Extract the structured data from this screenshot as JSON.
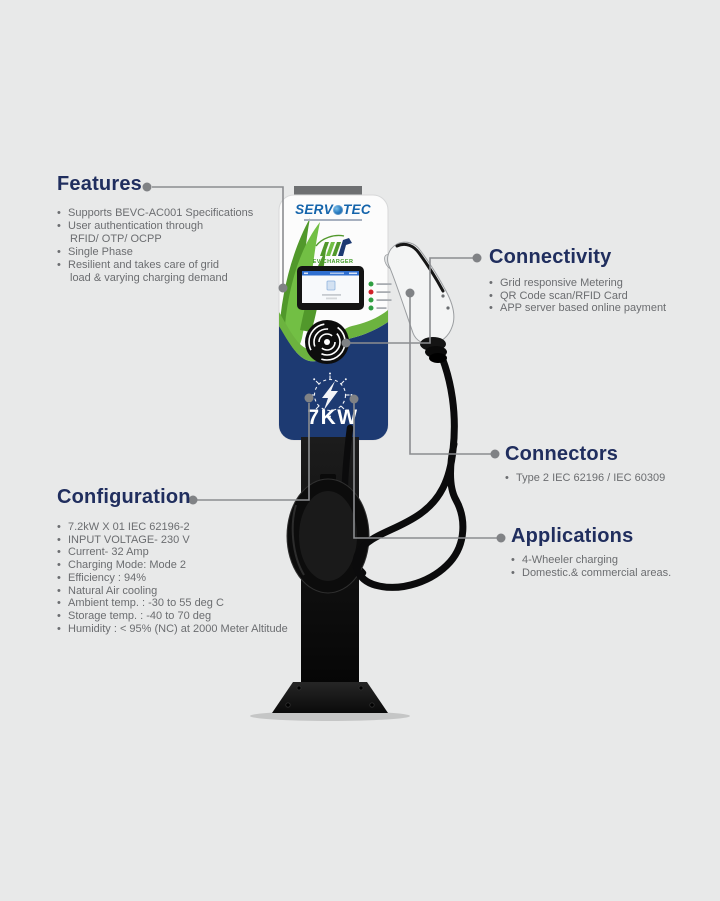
{
  "meta": {
    "background_color": "#e8e9e9",
    "heading_color": "#202e5e",
    "body_text_color": "#6b6d70",
    "callout_line_color": "#8b8d90",
    "panel_navy": "#1d3a72",
    "wave_green": "#6cb33f",
    "brand_blue": "#1464ab"
  },
  "sections": {
    "features": {
      "title": "Features",
      "lines": [
        "Supports BEVC-AC001 Specifications",
        "User authentication through",
        "RFID/ OTP/ OCPP",
        "Single Phase",
        "Resilient and takes care of grid",
        "load & varying charging demand"
      ]
    },
    "connectivity": {
      "title": "Connectivity",
      "lines": [
        "Grid responsive Metering",
        "QR Code scan/RFID Card",
        "APP server based online payment"
      ]
    },
    "connectors": {
      "title": "Connectors",
      "lines": [
        "Type 2 IEC 62196 / IEC 60309"
      ]
    },
    "applications": {
      "title": "Applications",
      "lines": [
        "4-Wheeler charging",
        "Domestic.& commercial areas."
      ]
    },
    "configuration": {
      "title": "Configuration",
      "lines": [
        "7.2kW X 01 IEC 62196-2",
        "INPUT VOLTAGE- 230 V",
        "Current- 32 Amp",
        "Charging Mode: Mode 2",
        "Efficiency : 94%",
        "Natural Air cooling",
        "Ambient temp. : -30 to 55 deg C",
        "Storage temp. : -40 to 70 deg",
        "Humidity : < 95% (NC) at 2000 Meter Altitude"
      ]
    }
  },
  "device": {
    "brand_prefix": "SERV",
    "brand_suffix": "TEC",
    "logo_label": "EV CHARGER",
    "power": "7KW",
    "screen_titlebar_color": "#2f6fd0",
    "indicator_colors": [
      "#2f9e41",
      "#d02027",
      "#2f9e41",
      "#2f9e41"
    ]
  }
}
